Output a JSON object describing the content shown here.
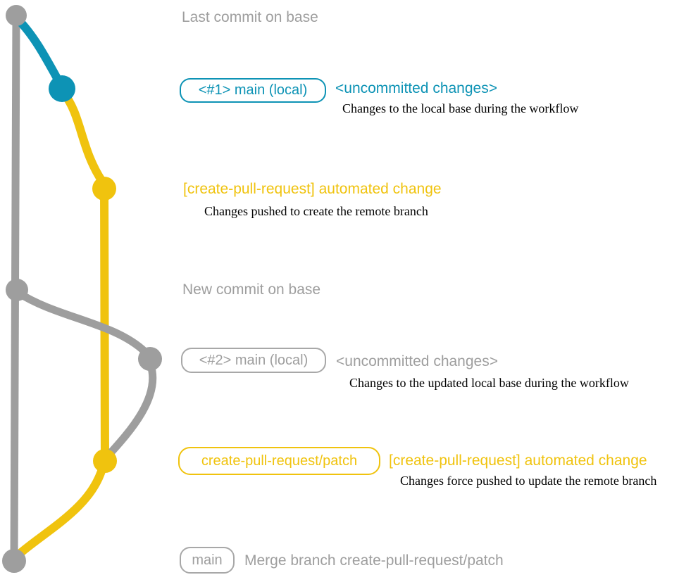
{
  "colors": {
    "gray": "#9e9e9e",
    "blue": "#0d93b5",
    "yellow": "#f0c30e",
    "caption_text": "#000000",
    "background": "#ffffff"
  },
  "annotations": {
    "heading_top": "Last commit on base",
    "row1": {
      "badge": "<#1> main (local)",
      "label": "<uncommitted changes>",
      "caption": "Changes to the local base during the workflow"
    },
    "row2": {
      "label": "[create-pull-request] automated change",
      "caption": "Changes pushed to create the remote branch"
    },
    "heading_middle": "New commit on base",
    "row3": {
      "badge": "<#2> main (local)",
      "label": "<uncommitted changes>",
      "caption": "Changes to the updated local base during the workflow"
    },
    "row4": {
      "badge": "create-pull-request/patch",
      "label": "[create-pull-request] automated change",
      "caption": "Changes force pushed to update the remote branch"
    },
    "row5": {
      "badge": "main",
      "label": "Merge branch create-pull-request/patch"
    }
  }
}
